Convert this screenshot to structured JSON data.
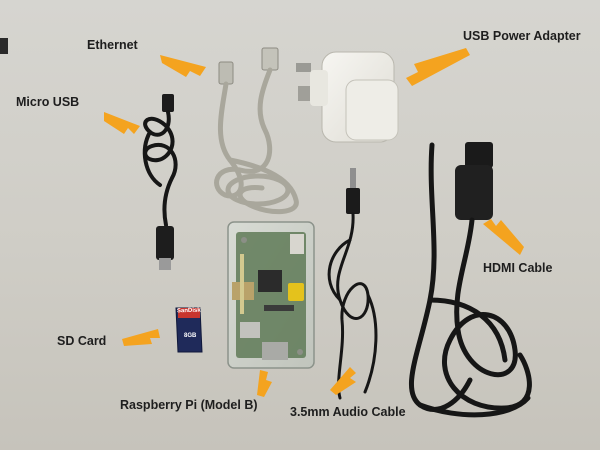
{
  "photo": {
    "labels": {
      "ethernet": "Ethernet",
      "usb_power_adapter": "USB Power Adapter",
      "micro_usb": "Micro USB",
      "hdmi_cable": "HDMI Cable",
      "sd_card": "SD Card",
      "raspberry_pi": "Raspberry Pi (Model B)",
      "audio_cable": "3.5mm Audio Cable"
    },
    "sd_card_text": {
      "brand": "SanDisk",
      "capacity": "8GB"
    },
    "colors": {
      "arrow": "#f4a31f",
      "background": "#d3d1ca",
      "black_cable": "#161616",
      "grey_cable": "#a9a79c",
      "adapter_white": "#f2f1ec"
    }
  }
}
